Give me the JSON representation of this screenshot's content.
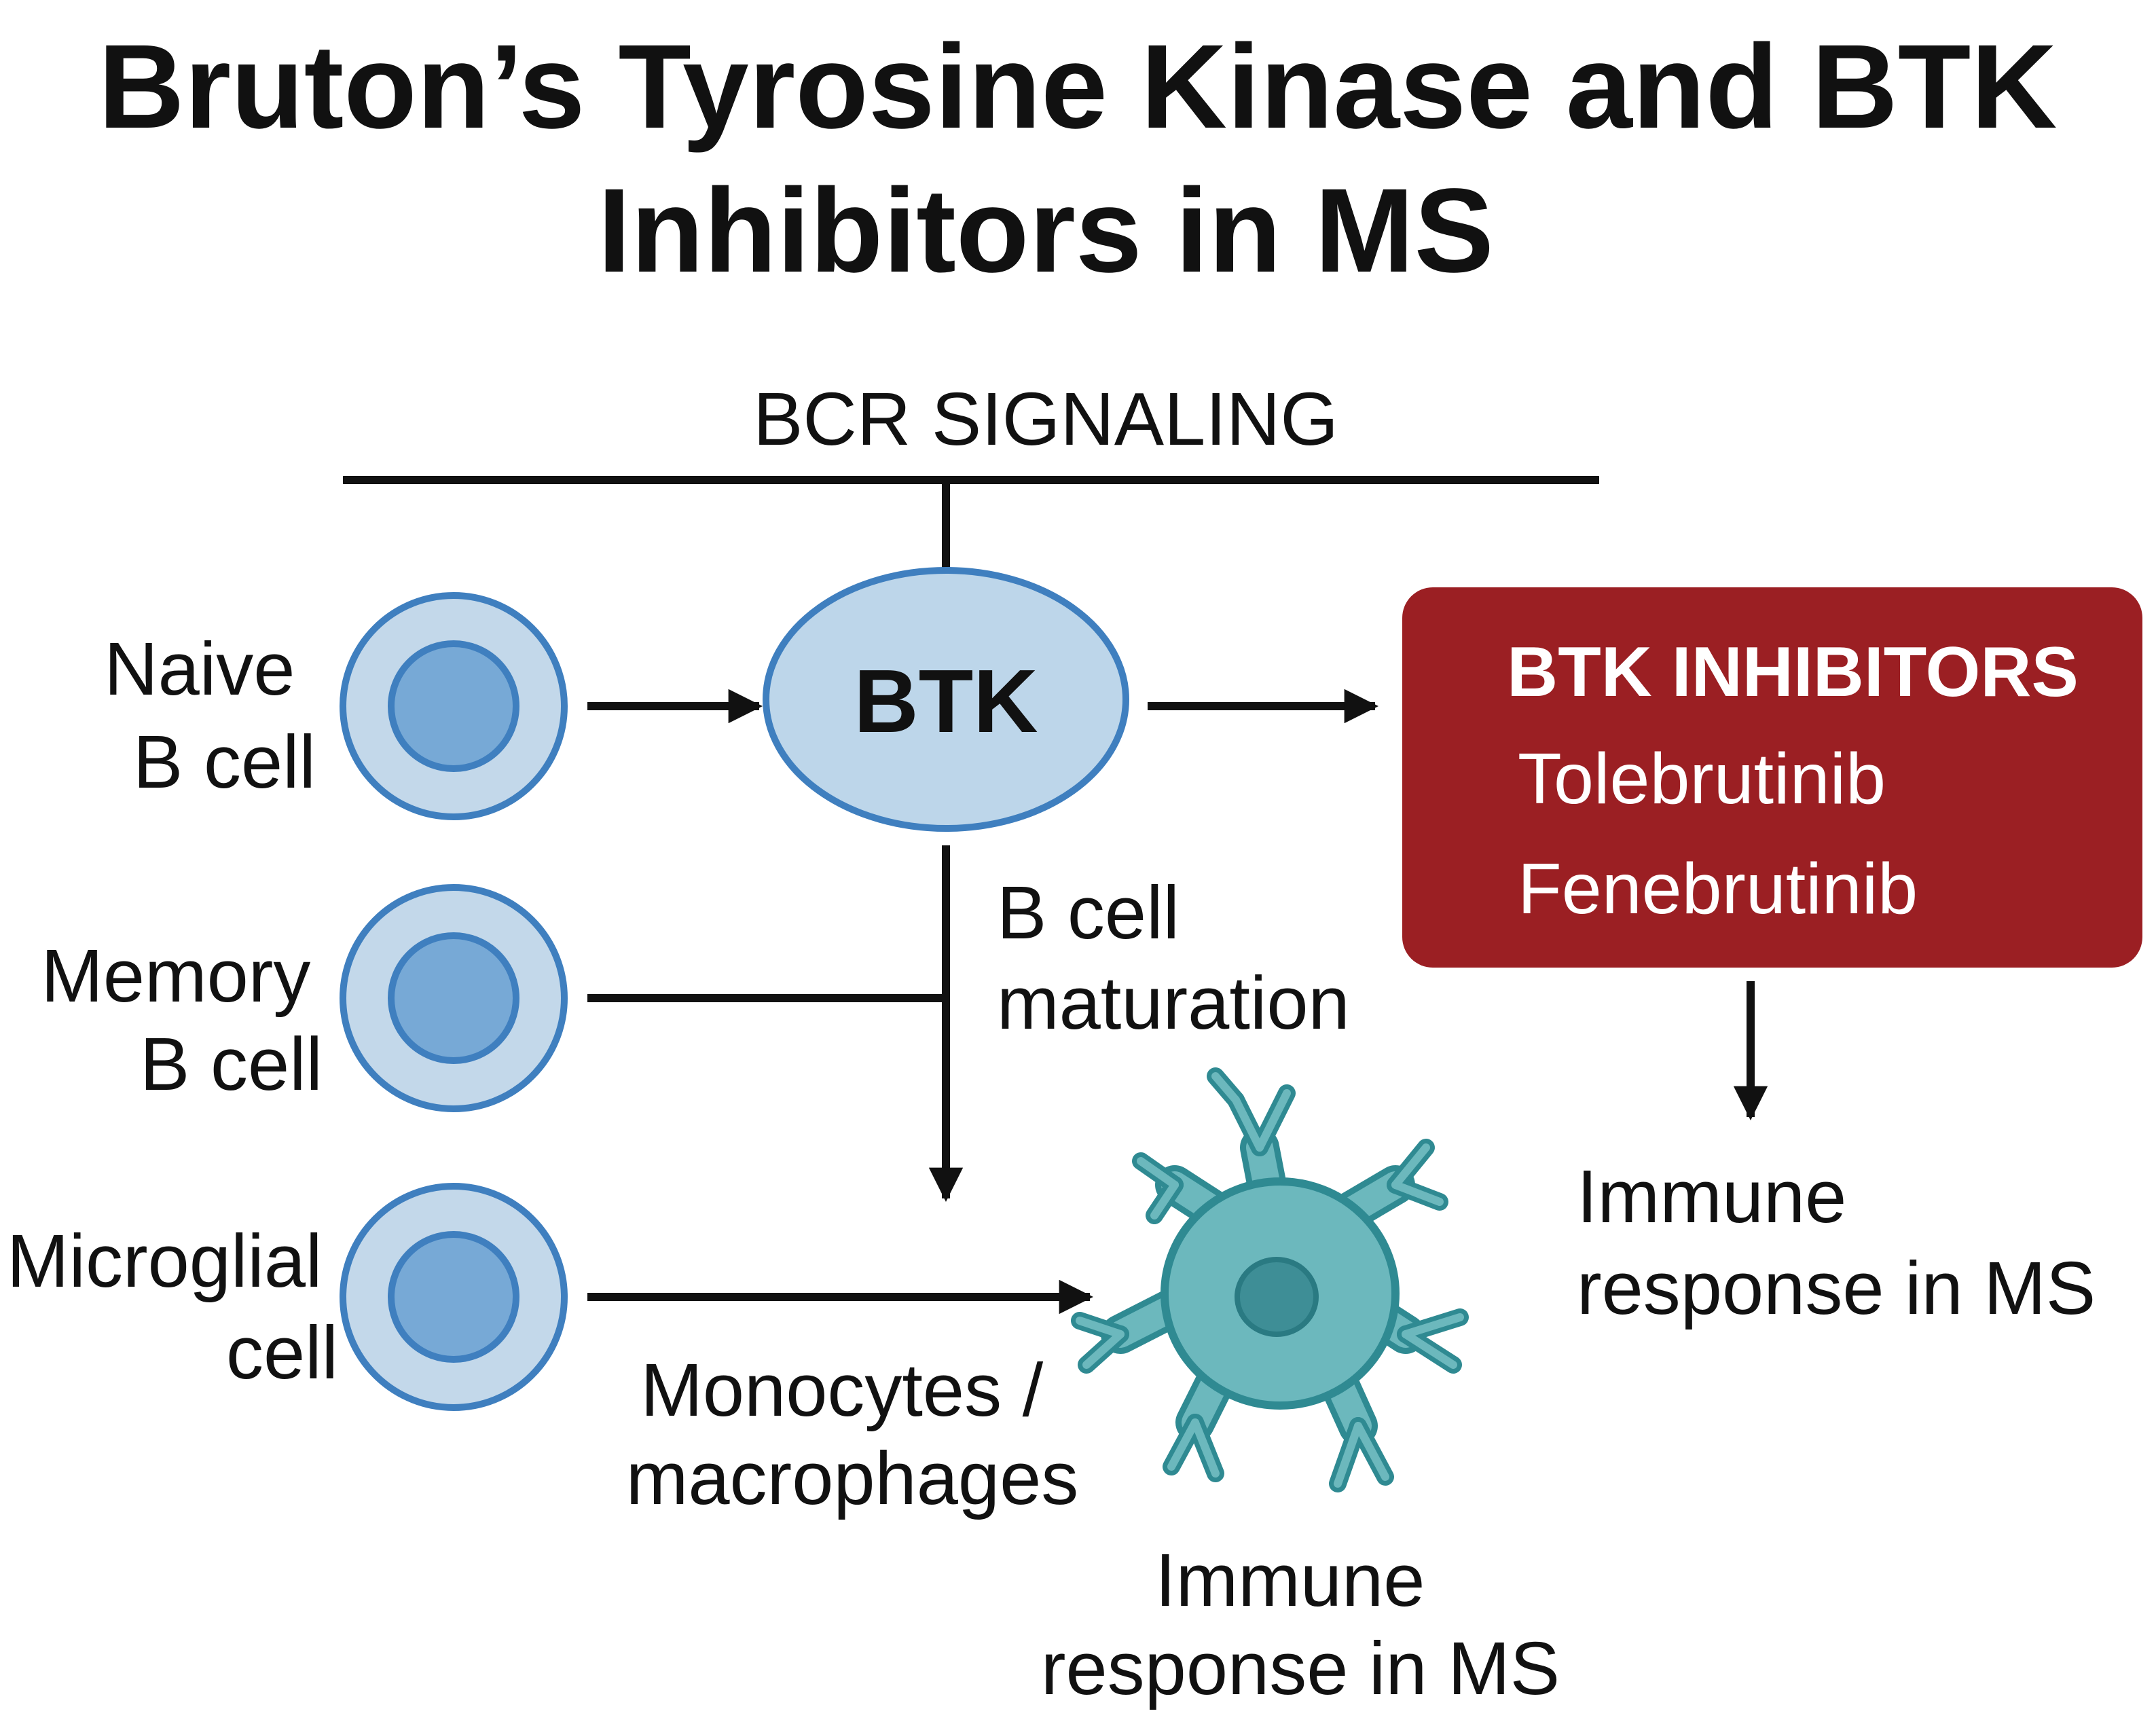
{
  "title": {
    "line1": "Bruton’s Tyrosine Kinase and BTK",
    "line2": "Inhibitors in MS"
  },
  "bcr_signaling": "BCR SIGNALING",
  "btk_node": "BTK",
  "cells": {
    "naive": [
      "Naive",
      "B cell"
    ],
    "memory": [
      "Memory",
      "B cell"
    ],
    "microglial": [
      "Microglial",
      "cell"
    ]
  },
  "b_cell_maturation": [
    "B cell",
    "maturation"
  ],
  "monocytes": [
    "Monocytes /",
    "macrophages"
  ],
  "inhibitors": {
    "title": "BTK INHIBITORS",
    "drugs": [
      "Tolebrutinib",
      "Fenebrutinib"
    ]
  },
  "immune_response_bottom": [
    "Immune",
    "response in MS"
  ],
  "immune_response_right": [
    "Immune",
    "response in MS"
  ],
  "colors": {
    "cell_outer_fill": "#c3d8ea",
    "cell_inner_fill": "#77a9d6",
    "cell_stroke": "#3f7fbf",
    "btk_fill": "#bdd6ea",
    "inhibitor_box": "#9b1f23",
    "inhibitor_text": "#ffffff",
    "microglia_fill": "#6cb8bd",
    "microglia_stroke": "#2f8a92",
    "microglia_nucleus": "#3e8e96",
    "line": "#111111"
  }
}
